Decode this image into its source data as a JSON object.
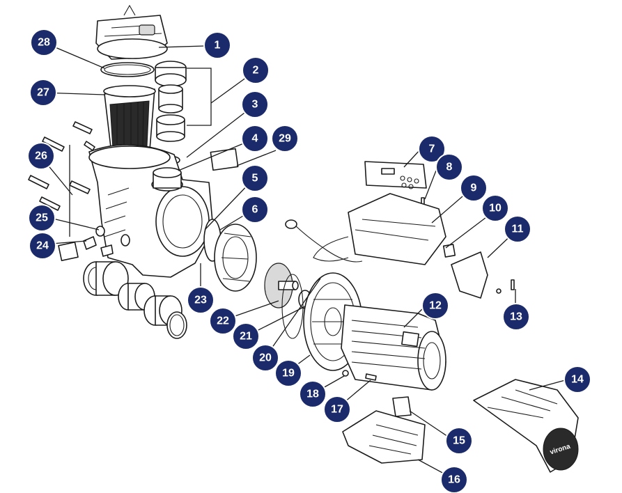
{
  "colors": {
    "callout_fill": "#1b2a6b",
    "callout_text": "#ffffff",
    "line": "#1a1a1a"
  },
  "callouts": [
    {
      "label": "1"
    },
    {
      "label": "2"
    },
    {
      "label": "3"
    },
    {
      "label": "4"
    },
    {
      "label": "5"
    },
    {
      "label": "6"
    },
    {
      "label": "7"
    },
    {
      "label": "8"
    },
    {
      "label": "9"
    },
    {
      "label": "10"
    },
    {
      "label": "11"
    },
    {
      "label": "12"
    },
    {
      "label": "13"
    },
    {
      "label": "14"
    },
    {
      "label": "15"
    },
    {
      "label": "16"
    },
    {
      "label": "17"
    },
    {
      "label": "18"
    },
    {
      "label": "19"
    },
    {
      "label": "20"
    },
    {
      "label": "21"
    },
    {
      "label": "22"
    },
    {
      "label": "23"
    },
    {
      "label": "24"
    },
    {
      "label": "25"
    },
    {
      "label": "26"
    },
    {
      "label": "27"
    },
    {
      "label": "28"
    },
    {
      "label": "29"
    }
  ],
  "brand_mark": "virona"
}
